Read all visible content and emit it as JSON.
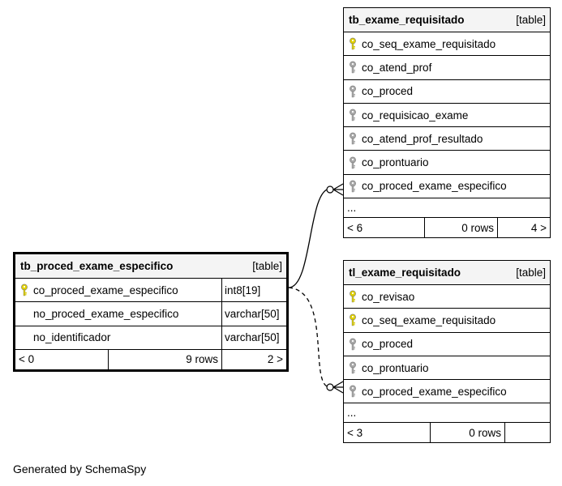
{
  "tables": {
    "exame_req": {
      "name": "tb_exame_requisitado",
      "type": "[table]",
      "columns": [
        {
          "name": "co_seq_exame_requisitado",
          "key": "primary"
        },
        {
          "name": "co_atend_prof",
          "key": "foreign"
        },
        {
          "name": "co_proced",
          "key": "foreign"
        },
        {
          "name": "co_requisicao_exame",
          "key": "foreign"
        },
        {
          "name": "co_atend_prof_resultado",
          "key": "foreign"
        },
        {
          "name": "co_prontuario",
          "key": "foreign"
        },
        {
          "name": "co_proced_exame_especifico",
          "key": "foreign"
        }
      ],
      "ellipsis": "...",
      "footer": {
        "parents": "< 6",
        "rows": "0 rows",
        "children": "4 >"
      }
    },
    "proced": {
      "name": "tb_proced_exame_especifico",
      "type": "[table]",
      "columns": [
        {
          "name": "co_proced_exame_especifico",
          "key": "primary",
          "type": "int8[19]"
        },
        {
          "name": "no_proced_exame_especifico",
          "key": "none",
          "type": "varchar[50]"
        },
        {
          "name": "no_identificador",
          "key": "none",
          "type": "varchar[50]"
        }
      ],
      "footer": {
        "parents": "< 0",
        "rows": "9 rows",
        "children": "2 >"
      }
    },
    "tl_exame_req": {
      "name": "tl_exame_requisitado",
      "type": "[table]",
      "columns": [
        {
          "name": "co_revisao",
          "key": "primary"
        },
        {
          "name": "co_seq_exame_requisitado",
          "key": "primary"
        },
        {
          "name": "co_proced",
          "key": "foreign"
        },
        {
          "name": "co_prontuario",
          "key": "foreign"
        },
        {
          "name": "co_proced_exame_especifico",
          "key": "foreign"
        }
      ],
      "ellipsis": "...",
      "footer": {
        "parents": "< 3",
        "rows": "0 rows",
        "children": ""
      }
    }
  },
  "generated_by": "Generated by SchemaSpy",
  "colors": {
    "primary_key": "#e0d000",
    "foreign_key": "#a8a8a8",
    "header_bg": "#f4f4f4"
  }
}
